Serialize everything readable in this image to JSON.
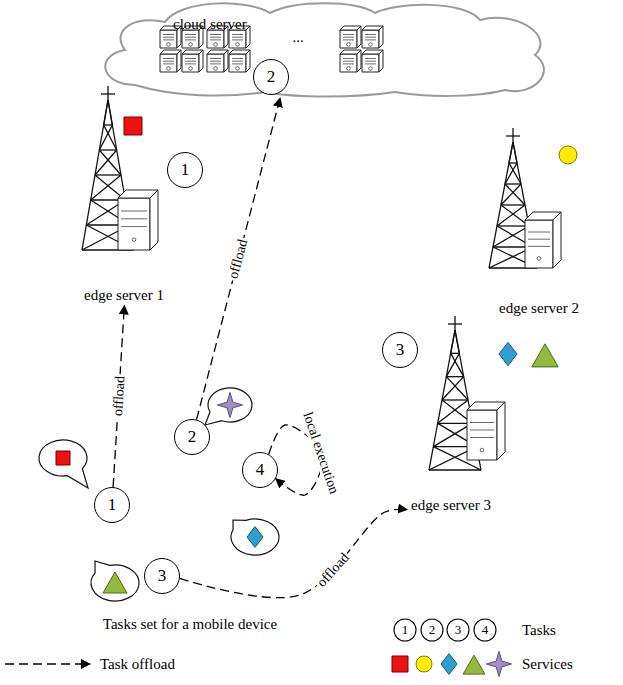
{
  "diagram": {
    "nodes": [
      {
        "text": [
          "cloud server"
        ]
      },
      {
        "text": [
          "2"
        ],
        "in": 0
      },
      {
        "text": [
          "edge server 1"
        ]
      },
      {
        "text": [
          "1"
        ]
      },
      {
        "text": [
          "edge server 2"
        ]
      },
      {
        "text": [
          "edge server 3"
        ]
      },
      {
        "text": [
          "3"
        ]
      },
      {
        "text": [
          "1"
        ]
      },
      {
        "text": [
          "2"
        ]
      },
      {
        "text": [
          "3"
        ]
      },
      {
        "text": [
          "4"
        ]
      }
    ],
    "edges": [
      {
        "from": 7,
        "to": 2,
        "arrow": "to",
        "label": "offload"
      },
      {
        "from": 8,
        "to": 0,
        "arrow": "to",
        "label": "offload"
      },
      {
        "from": 9,
        "to": 5,
        "arrow": "to",
        "label": "offload"
      },
      {
        "from": 10,
        "to": 10,
        "arrow": "to",
        "label": "local execution"
      }
    ],
    "labels": [
      "...",
      "Tasks set for a mobile device",
      "1",
      "2",
      "3",
      "4"
    ],
    "legend": [
      {
        "text": "Task offload"
      },
      {
        "text": "Tasks"
      },
      {
        "text": "Services"
      }
    ]
  }
}
